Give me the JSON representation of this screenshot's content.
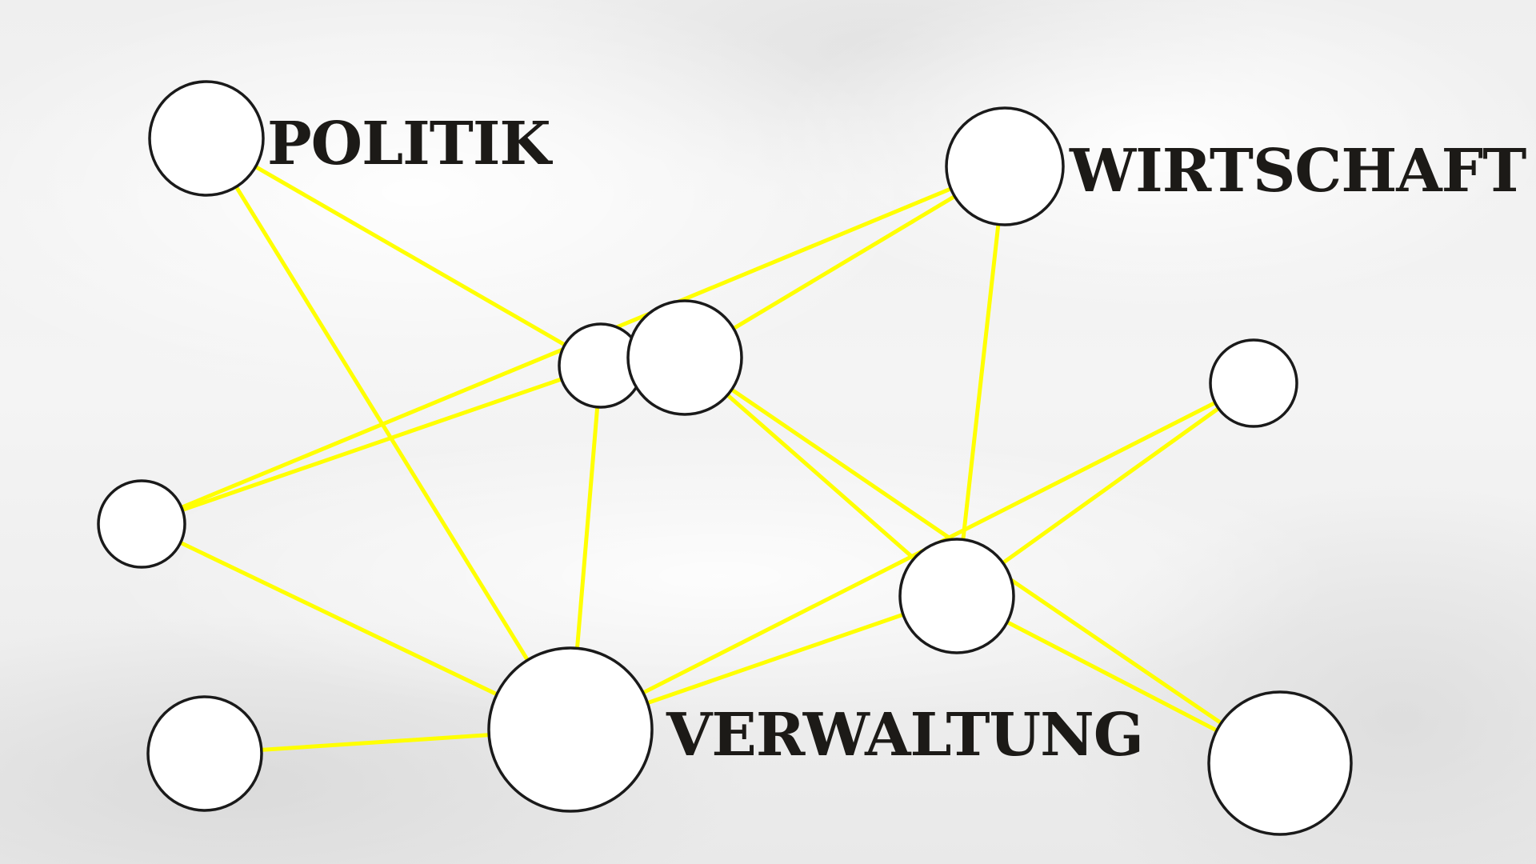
{
  "labels": {
    "politik": "POLITIK",
    "wirtschaft": "WIRTSCHAFT",
    "verwaltung": "VERWALTUNG"
  },
  "diagram": {
    "type": "network",
    "edge_color": "#ffff00",
    "node_fill": "#ffffff",
    "node_stroke": "#1a1a1a",
    "nodes": [
      {
        "id": "politik",
        "label_key": "politik"
      },
      {
        "id": "wirtschaft",
        "label_key": "wirtschaft"
      },
      {
        "id": "verwaltung",
        "label_key": "verwaltung"
      },
      {
        "id": "center-left"
      },
      {
        "id": "center-right"
      },
      {
        "id": "left"
      },
      {
        "id": "bottom-left"
      },
      {
        "id": "middle-right"
      },
      {
        "id": "upper-right"
      },
      {
        "id": "bottom-right"
      }
    ],
    "edges": [
      [
        "politik",
        "center-left"
      ],
      [
        "politik",
        "verwaltung"
      ],
      [
        "wirtschaft",
        "center-right"
      ],
      [
        "wirtschaft",
        "left"
      ],
      [
        "wirtschaft",
        "middle-right"
      ],
      [
        "center-left",
        "left"
      ],
      [
        "center-left",
        "verwaltung"
      ],
      [
        "center-right",
        "middle-right"
      ],
      [
        "center-right",
        "bottom-right"
      ],
      [
        "left",
        "verwaltung"
      ],
      [
        "bottom-left",
        "verwaltung"
      ],
      [
        "verwaltung",
        "middle-right"
      ],
      [
        "verwaltung",
        "upper-right"
      ],
      [
        "middle-right",
        "upper-right"
      ],
      [
        "middle-right",
        "bottom-right"
      ]
    ]
  }
}
